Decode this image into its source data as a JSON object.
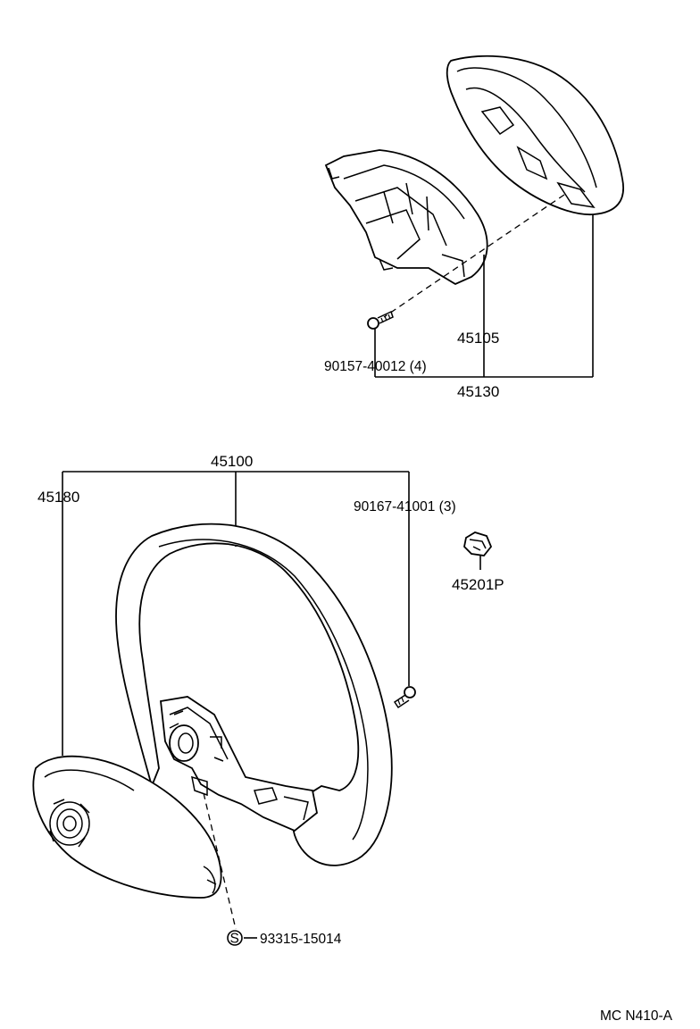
{
  "labels": {
    "pad_assy": "45130",
    "pad_sub": "45105",
    "pad_screw": "90157-40012 (4)",
    "wheel_assy": "45100",
    "cover": "45180",
    "wheel_screw": "90167-41001 (3)",
    "clip": "45201P",
    "sensor_part": "93315-15014",
    "sensor_symbol": "S",
    "figure_ref": "MC N410-A"
  }
}
